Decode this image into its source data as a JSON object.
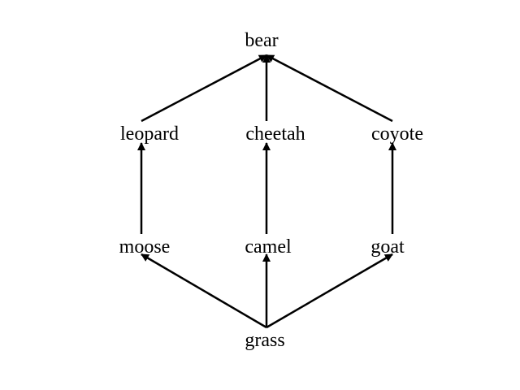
{
  "colors": {
    "ink": "#000000",
    "background": "#ffffff"
  },
  "nodes": {
    "bear": "bear",
    "leopard": "leopard",
    "cheetah": "cheetah",
    "coyote": "coyote",
    "moose": "moose",
    "camel": "camel",
    "goat": "goat",
    "grass": "grass"
  },
  "edges": [
    {
      "from": "grass",
      "to": "moose"
    },
    {
      "from": "grass",
      "to": "camel"
    },
    {
      "from": "grass",
      "to": "goat"
    },
    {
      "from": "moose",
      "to": "leopard"
    },
    {
      "from": "camel",
      "to": "cheetah"
    },
    {
      "from": "goat",
      "to": "coyote"
    },
    {
      "from": "leopard",
      "to": "bear"
    },
    {
      "from": "cheetah",
      "to": "bear"
    },
    {
      "from": "coyote",
      "to": "bear"
    }
  ]
}
